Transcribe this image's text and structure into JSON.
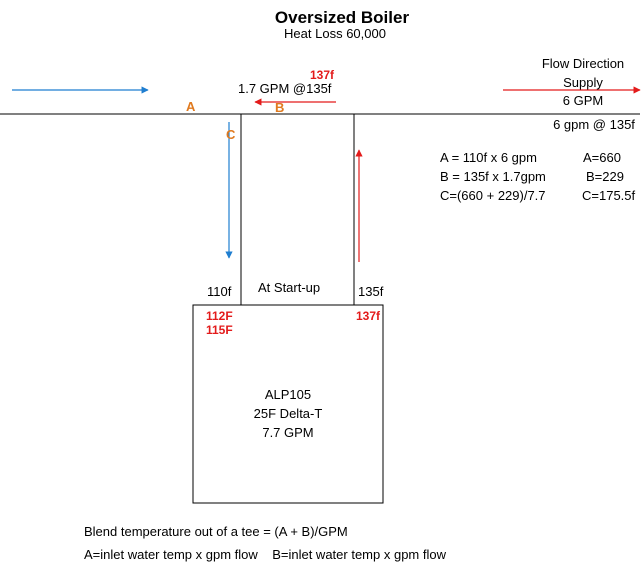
{
  "title": "Oversized Boiler",
  "subtitle": "Heat Loss 60,000",
  "flow_direction": {
    "line1": "Flow Direction",
    "line2": "Supply",
    "line3": "6 GPM",
    "line4": "6 gpm @ 135f"
  },
  "bypass": {
    "temp": "137f",
    "flow": "1.7 GPM @135f"
  },
  "points": {
    "a": "A",
    "b": "B",
    "c": "C"
  },
  "calc": {
    "a_formula": "A = 110f x 6 gpm",
    "a_result": "A=660",
    "b_formula": "B = 135f x 1.7gpm",
    "b_result": "B=229",
    "c_formula": "C=(660 + 229)/7.7",
    "c_result": "C=175.5f"
  },
  "boiler": {
    "left_temp": "110f",
    "right_temp": "135f",
    "startup_label": "At Start-up",
    "left_red_1": "112F",
    "left_red_2": "115F",
    "right_red": "137f",
    "model": "ALP105",
    "delta_t": "25F Delta-T",
    "gpm": "7.7 GPM"
  },
  "notes": {
    "line1": "Blend temperature out of a tee = (A + B)/GPM",
    "line2": "A=inlet water temp x gpm flow    B=inlet water temp x gpm flow"
  },
  "colors": {
    "blue": "#1f7ed0",
    "red": "#e31b1b",
    "orange": "#e07a1f"
  }
}
